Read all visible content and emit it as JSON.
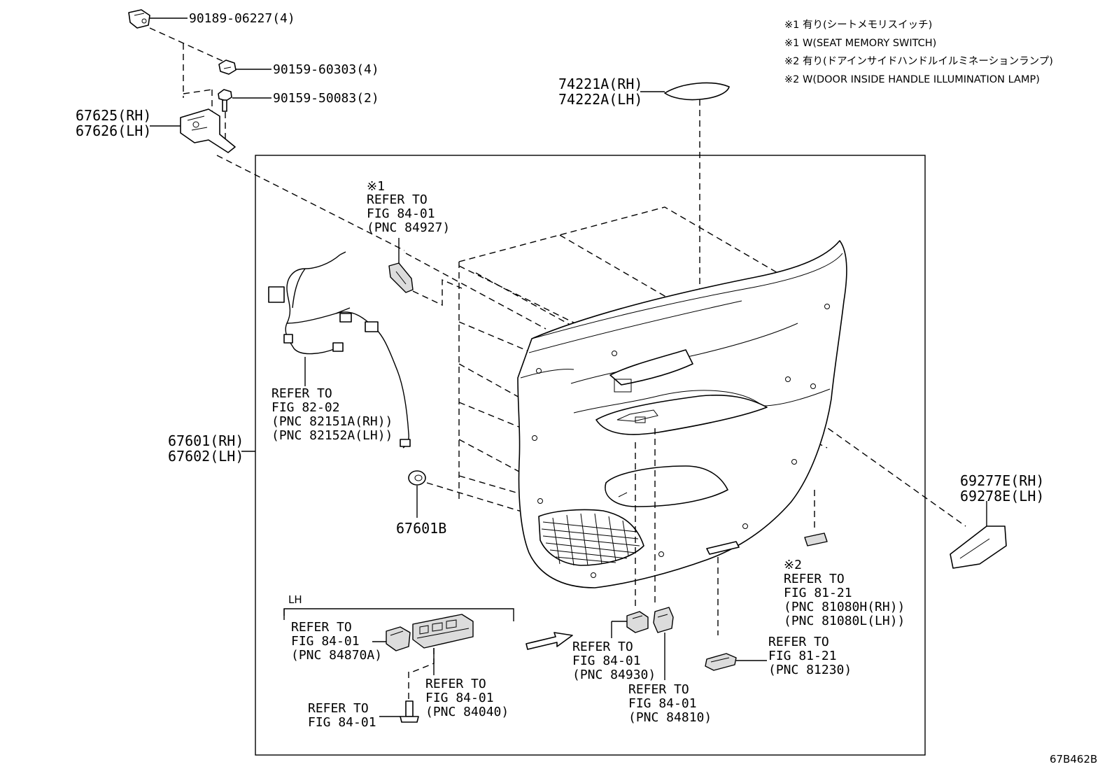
{
  "notes": {
    "n1": "※1 有り(シートメモリスイッチ)",
    "n2": "※1 W(SEAT MEMORY SWITCH)",
    "n3": "※2 有り(ドアインサイドハンドルイルミネーションランプ)",
    "n4": "※2 W(DOOR INSIDE HANDLE ILLUMINATION LAMP)"
  },
  "fasteners": {
    "clip": "90189-06227(4)",
    "screw1": "90159-60303(4)",
    "screw2": "90159-50083(2)"
  },
  "bracket": {
    "rh": "67625(RH)",
    "lh": "67626(LH)"
  },
  "panel": {
    "rh": "67601(RH)",
    "lh": "67602(LH)"
  },
  "ornament": {
    "rh": "74221A(RH)",
    "lh": "74222A(LH)"
  },
  "armrest": {
    "rh": "69277E(RH)",
    "lh": "69278E(LH)"
  },
  "cap": "67601B",
  "seat_switch": {
    "mark": "※1",
    "line1": "REFER TO",
    "line2": "FIG 84-01",
    "line3": "(PNC 84927)"
  },
  "wire": {
    "line1": "REFER TO",
    "line2": "FIG 82-02",
    "line3": "(PNC 82151A(RH))",
    "line4": "(PNC 82152A(LH))"
  },
  "lamp": {
    "mark": "※2",
    "line1": "REFER TO",
    "line2": "FIG 81-21",
    "line3": "(PNC 81080H(RH))",
    "line4": "(PNC 81080L(LH))"
  },
  "courtesy": {
    "line1": "REFER TO",
    "line2": "FIG 81-21",
    "line3": "(PNC 81230)"
  },
  "sw84930": {
    "line1": "REFER TO",
    "line2": "FIG 84-01",
    "line3": "(PNC 84930)"
  },
  "sw84810": {
    "line1": "REFER TO",
    "line2": "FIG 84-01",
    "line3": "(PNC 84810)"
  },
  "lh_group": {
    "tag": "LH",
    "a": {
      "line1": "REFER TO",
      "line2": "FIG 84-01",
      "line3": "(PNC 84870A)"
    },
    "b": {
      "line1": "REFER TO",
      "line2": "FIG 84-01",
      "line3": "(PNC 84040)"
    },
    "c": {
      "line1": "REFER TO",
      "line2": "FIG 84-01"
    }
  },
  "diagram_code": "67B462B"
}
